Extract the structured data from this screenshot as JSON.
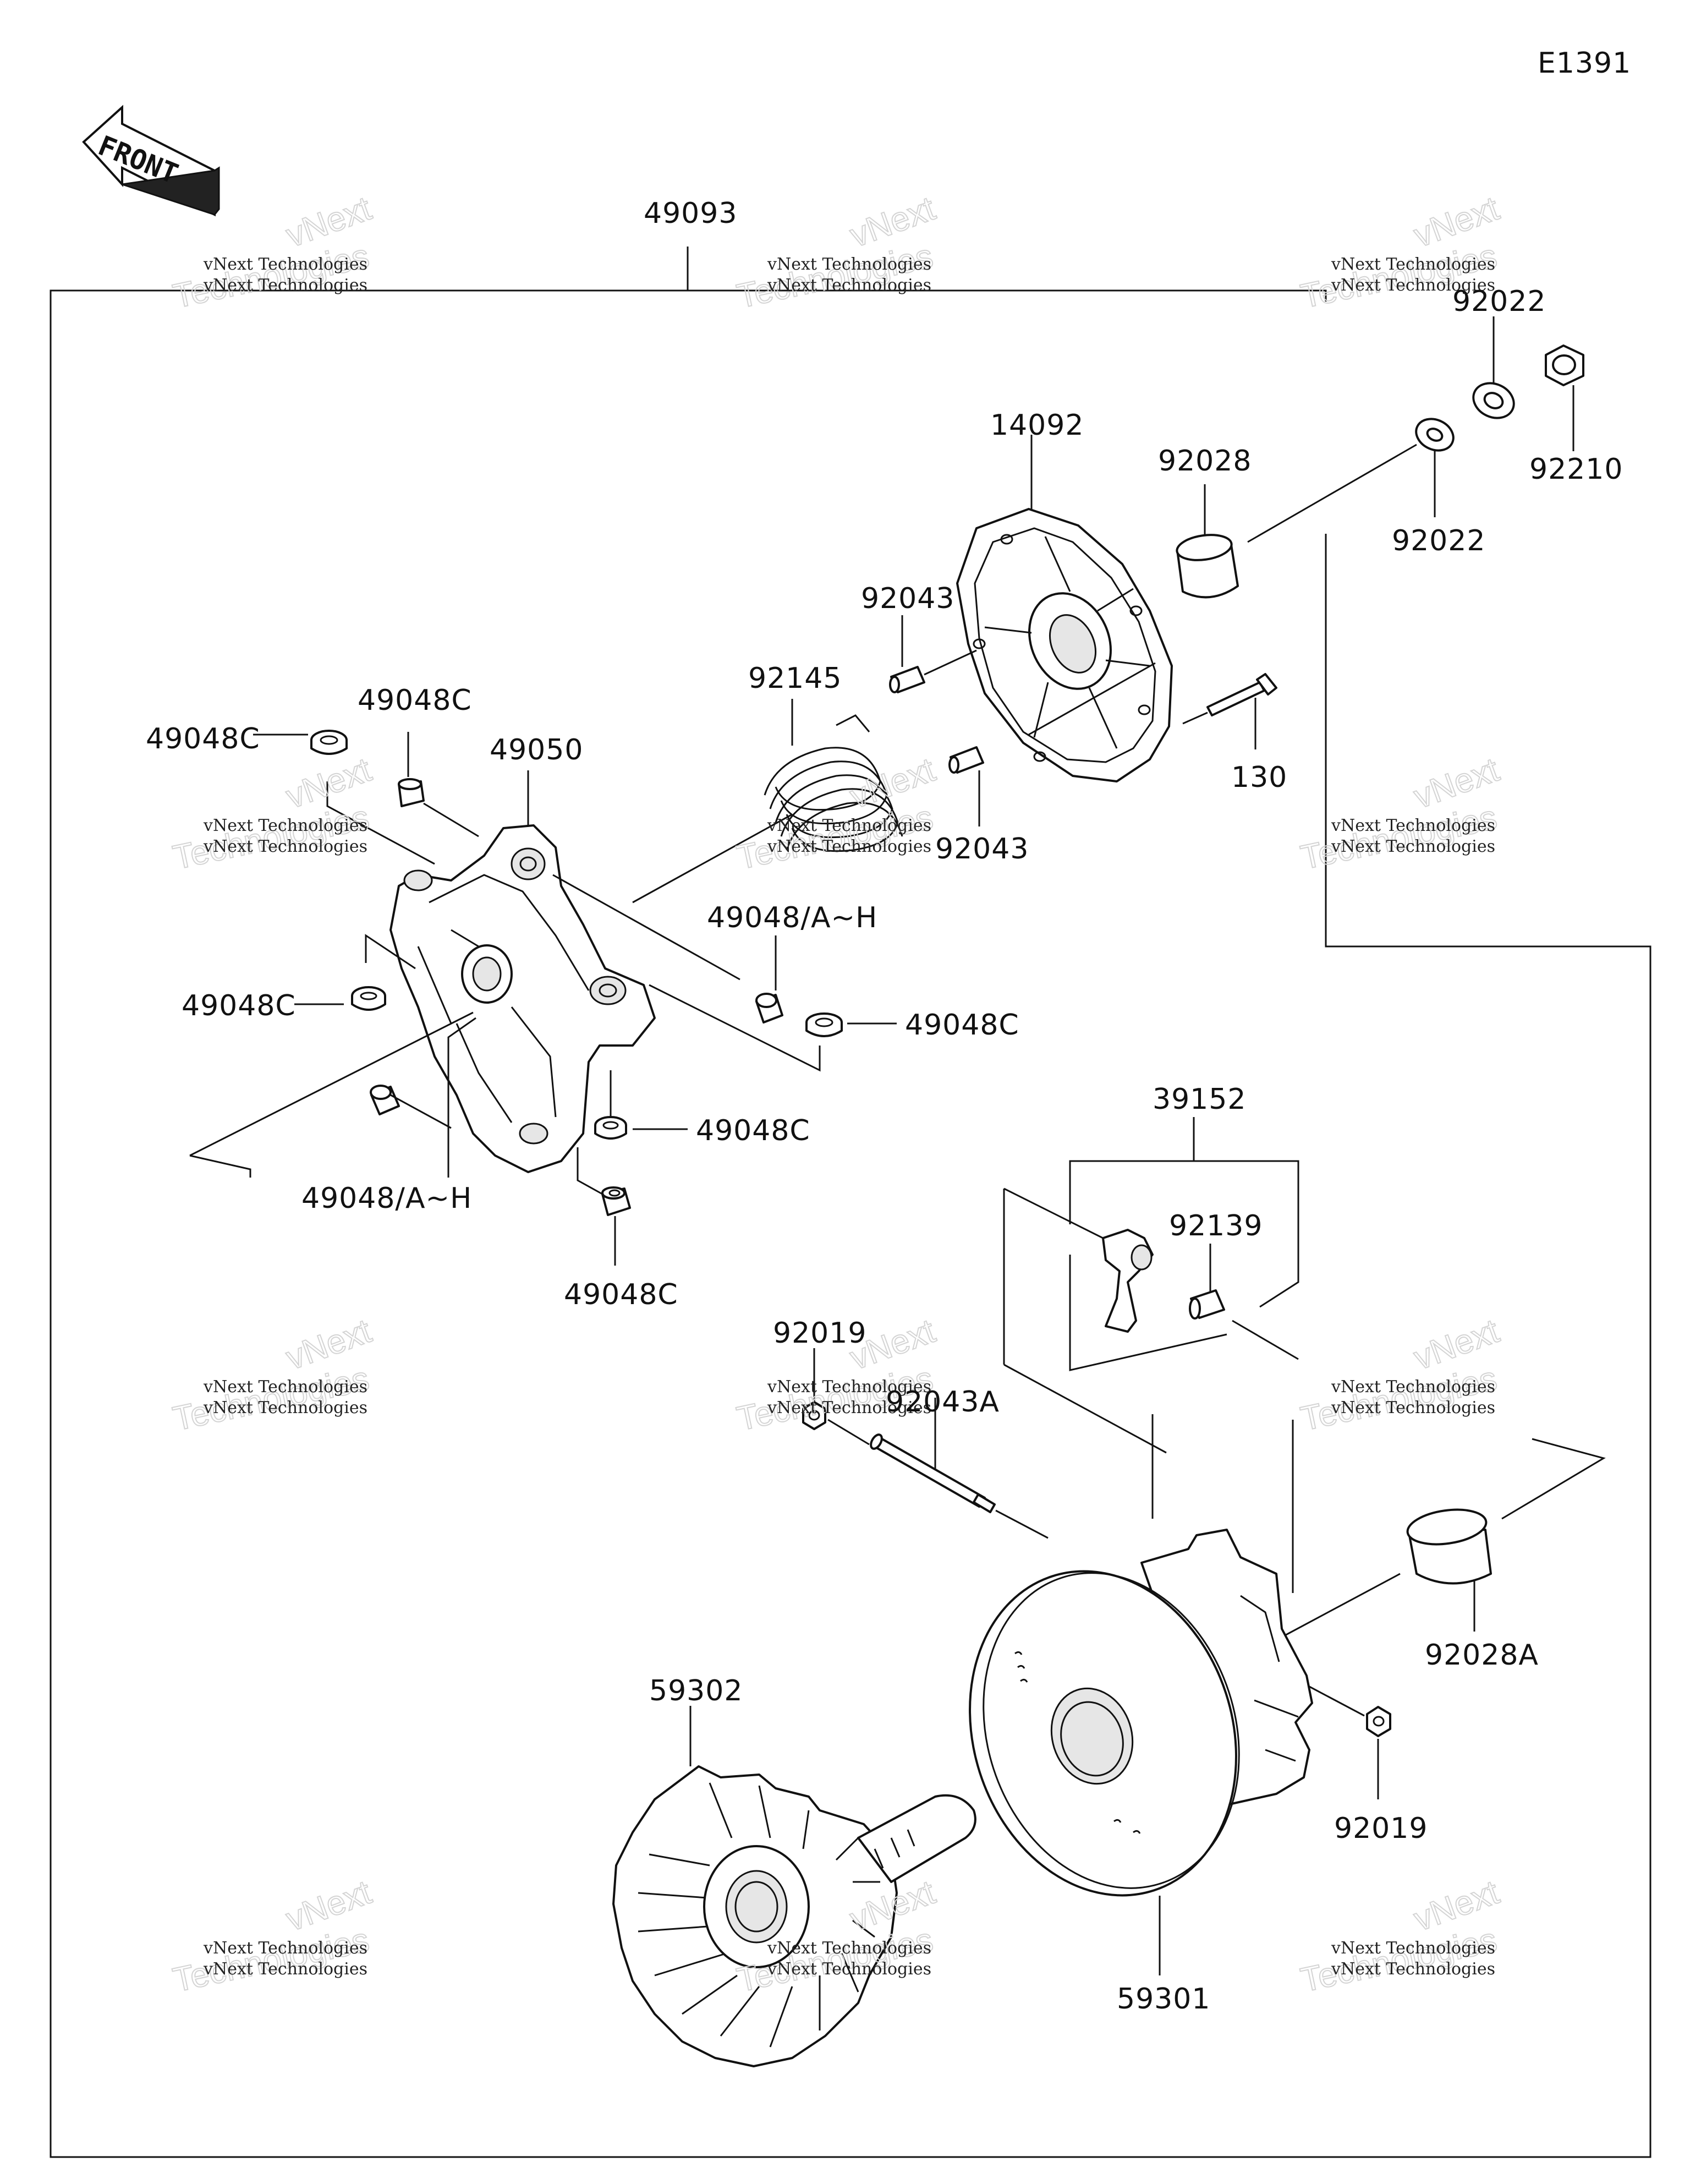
{
  "diagram_code": "E1391",
  "front_label": "FRONT",
  "watermark": {
    "line1": "vNext Technologies",
    "line2": "vNext",
    "line3": "Technologies"
  },
  "parts": {
    "p49093": "49093",
    "p14092": "14092",
    "p92028": "92028",
    "p92022_top": "92022",
    "p92022_low": "92022",
    "p92210": "92210",
    "p92043_a": "92043",
    "p92043_b": "92043",
    "p92145": "92145",
    "p130": "130",
    "p49048C_1": "49048C",
    "p49048C_2": "49048C",
    "p49050": "49050",
    "p49048AH_1": "49048/A~H",
    "p49048C_3": "49048C",
    "p49048C_4": "49048C",
    "p49048C_5": "49048C",
    "p49048AH_2": "49048/A~H",
    "p49048C_6": "49048C",
    "p39152": "39152",
    "p92139": "92139",
    "p92019_a": "92019",
    "p92043A": "92043A",
    "p92028A": "92028A",
    "p59302": "59302",
    "p92019_b": "92019",
    "p59301": "59301"
  }
}
